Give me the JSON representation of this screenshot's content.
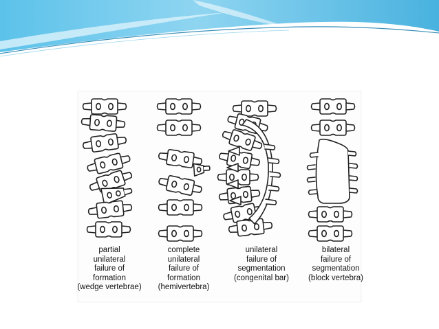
{
  "slide": {
    "theme_colors": {
      "sky_top": "#4fb9e3",
      "sky_light": "#bfe6f6",
      "rule": "#3a8fb8"
    }
  },
  "figure": {
    "columns": [
      {
        "name": "partial-wedge",
        "caption_lines": [
          "partial",
          "unilateral",
          "failure of",
          "formation",
          "(wedge vertebrae)"
        ]
      },
      {
        "name": "complete-hemivertebra",
        "caption_lines": [
          "complete",
          "unilateral",
          "failure of",
          "formation",
          "(hemivertebra)"
        ]
      },
      {
        "name": "unilateral-bar",
        "caption_lines": [
          "unilateral",
          "failure of",
          "segmentation",
          "(congenital bar)"
        ]
      },
      {
        "name": "bilateral-block",
        "caption_lines": [
          "bilateral",
          "failure of",
          "segmentation",
          "(block vertebra)"
        ]
      }
    ]
  }
}
